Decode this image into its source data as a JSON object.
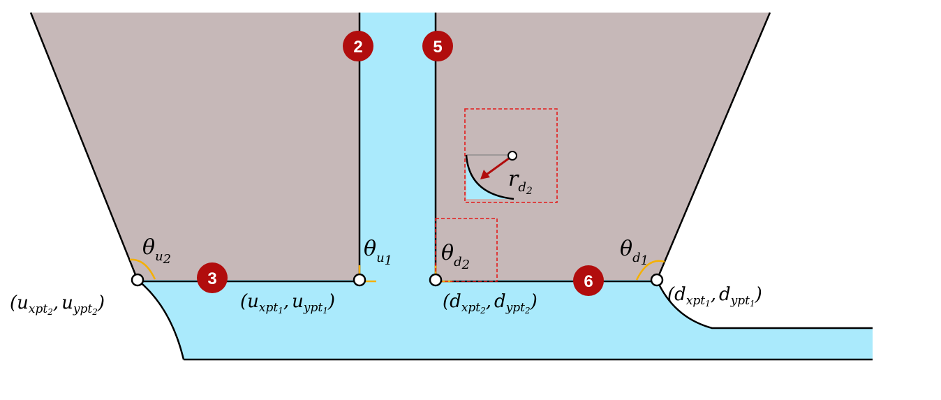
{
  "colors": {
    "solid_fill": "#c6b8b8",
    "channel_fill": "#aaeafc",
    "outline": "#000000",
    "angle_marker": "#f5b000",
    "badge_fill": "#b10d0d",
    "highlight_box": "#e31b1b",
    "radius_arrow": "#b10d0d"
  },
  "badges": [
    {
      "id": "2",
      "label": "2"
    },
    {
      "id": "5",
      "label": "5"
    },
    {
      "id": "3",
      "label": "3"
    },
    {
      "id": "6",
      "label": "6"
    }
  ],
  "angles": {
    "theta_u2": {
      "base": "θ",
      "sub": "u",
      "subsub": "2"
    },
    "theta_u1": {
      "base": "θ",
      "sub": "u",
      "subsub": "1"
    },
    "theta_d2": {
      "base": "θ",
      "sub": "d",
      "subsub": "2"
    },
    "theta_d1": {
      "base": "θ",
      "sub": "d",
      "subsub": "1"
    }
  },
  "points": {
    "u2": {
      "open": "(",
      "a": "u",
      "a_sub": "xpt",
      "a_idx": "2",
      "sep": ",",
      "b": "u",
      "b_sub": "ypt",
      "b_idx": "2",
      "close": ")"
    },
    "u1": {
      "open": "(",
      "a": "u",
      "a_sub": "xpt",
      "a_idx": "1",
      "sep": ",",
      "b": "u",
      "b_sub": "ypt",
      "b_idx": "1",
      "close": ")"
    },
    "d2": {
      "open": "(",
      "a": "d",
      "a_sub": "xpt",
      "a_idx": "2",
      "sep": ",",
      "b": "d",
      "b_sub": "ypt",
      "b_idx": "2",
      "close": ")"
    },
    "d1": {
      "open": "(",
      "a": "d",
      "a_sub": "xpt",
      "a_idx": "1",
      "sep": ",",
      "b": "d",
      "b_sub": "ypt",
      "b_idx": "1",
      "close": ")"
    }
  },
  "radius": {
    "base": "r",
    "sub": "d",
    "subsub": "2"
  }
}
